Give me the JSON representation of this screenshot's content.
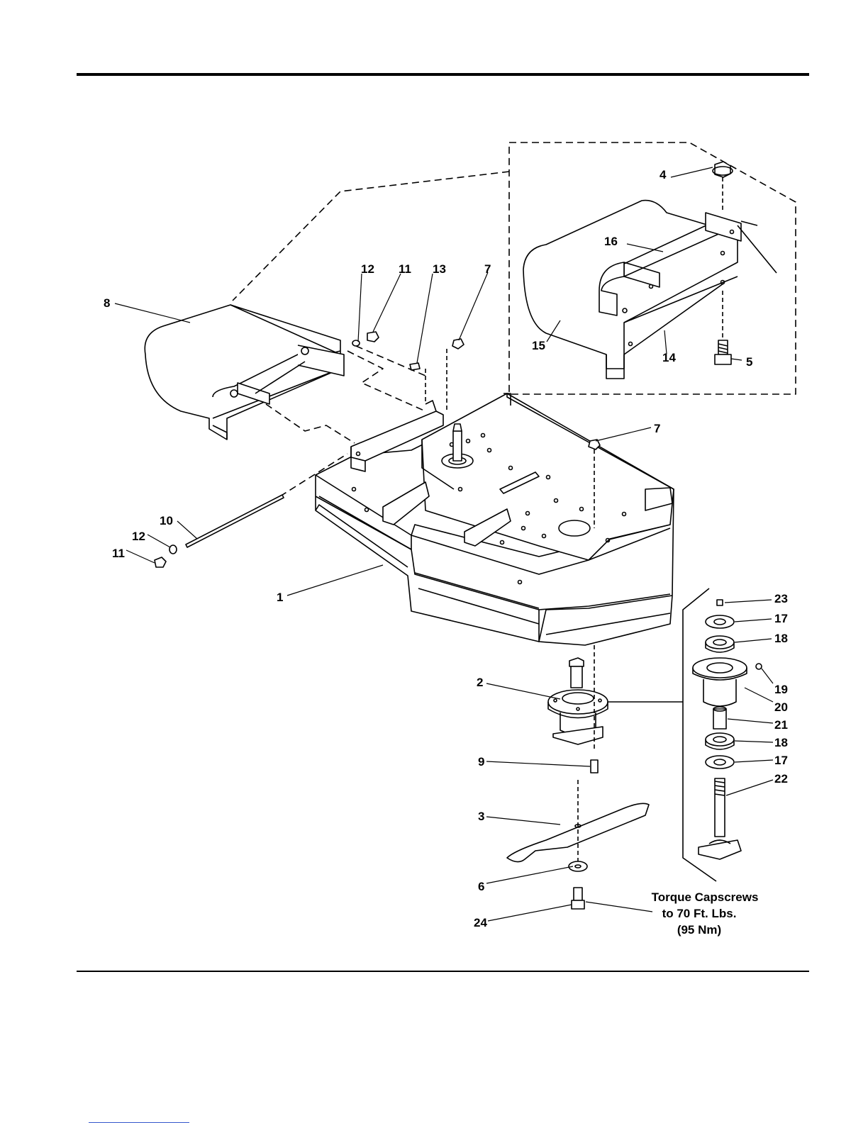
{
  "callouts": {
    "c1": "1",
    "c2": "2",
    "c3": "3",
    "c4": "4",
    "c5": "5",
    "c6": "6",
    "c7a": "7",
    "c7b": "7",
    "c8": "8",
    "c9": "9",
    "c10": "10",
    "c11a": "11",
    "c11b": "11",
    "c12a": "12",
    "c12b": "12",
    "c13": "13",
    "c14": "14",
    "c15": "15",
    "c16": "16",
    "c17a": "17",
    "c17b": "17",
    "c18a": "18",
    "c18b": "18",
    "c19": "19",
    "c20": "20",
    "c21": "21",
    "c22": "22",
    "c23": "23",
    "c24": "24"
  },
  "torque_note": {
    "line1": "Torque Capscrews",
    "line2": "to 70 Ft. Lbs.",
    "line3": "(95 Nm)"
  }
}
